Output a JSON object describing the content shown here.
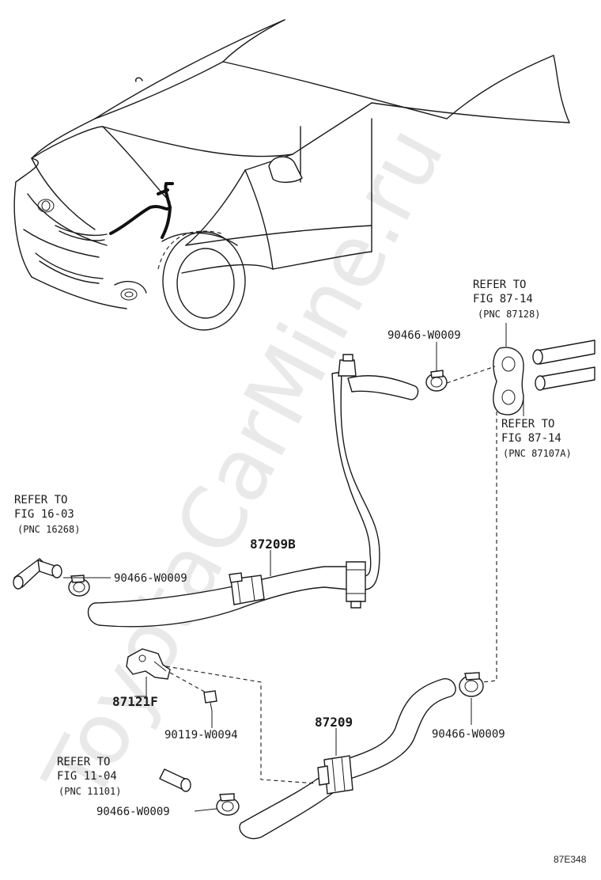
{
  "watermark": "ToyotaCarMine.ru",
  "diagram_code": "87E348",
  "parts": {
    "hose_upper": "87209B",
    "hose_lower": "87209",
    "bracket": "87121F",
    "bolt": "90119-W0094",
    "clamp_top": "90466-W0009",
    "clamp_left": "90466-W0009",
    "clamp_right": "90466-W0009",
    "clamp_bottom": "90466-W0009"
  },
  "refs": {
    "r1": {
      "line1": "REFER TO",
      "line2": "FIG 87-14",
      "line3": "(PNC 87128)"
    },
    "r2": {
      "line1": "REFER TO",
      "line2": "FIG 87-14",
      "line3": "(PNC 87107A)"
    },
    "r3": {
      "line1": "REFER TO",
      "line2": "FIG 16-03",
      "line3": "(PNC 16268)"
    },
    "r4": {
      "line1": "REFER TO",
      "line2": "FIG 11-04",
      "line3": "(PNC 11101)"
    }
  }
}
